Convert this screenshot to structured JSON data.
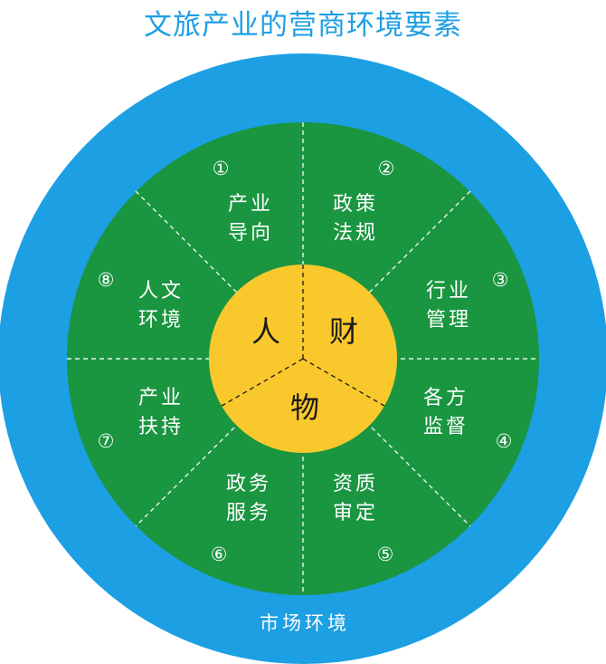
{
  "title": "文旅产业的营商环境要素",
  "outer_ring_label": "市场环境",
  "core": {
    "people": "人",
    "finance": "财",
    "materials": "物"
  },
  "segments": [
    {
      "num": "①",
      "line1": "产业",
      "line2": "导向"
    },
    {
      "num": "②",
      "line1": "政策",
      "line2": "法规"
    },
    {
      "num": "③",
      "line1": "行业",
      "line2": "管理"
    },
    {
      "num": "④",
      "line1": "各方",
      "line2": "监督"
    },
    {
      "num": "⑤",
      "line1": "资质",
      "line2": "审定"
    },
    {
      "num": "⑥",
      "line1": "政务",
      "line2": "服务"
    },
    {
      "num": "⑦",
      "line1": "产业",
      "line2": "扶持"
    },
    {
      "num": "⑧",
      "line1": "人文",
      "line2": "环境"
    }
  ],
  "colors": {
    "title": "#1e9fe4",
    "outer_ring": "#1c9fe3",
    "middle_ring": "#1a9540",
    "core": "#f9c82c",
    "text_light": "#ffffff",
    "text_dark": "#1a1a1a"
  }
}
